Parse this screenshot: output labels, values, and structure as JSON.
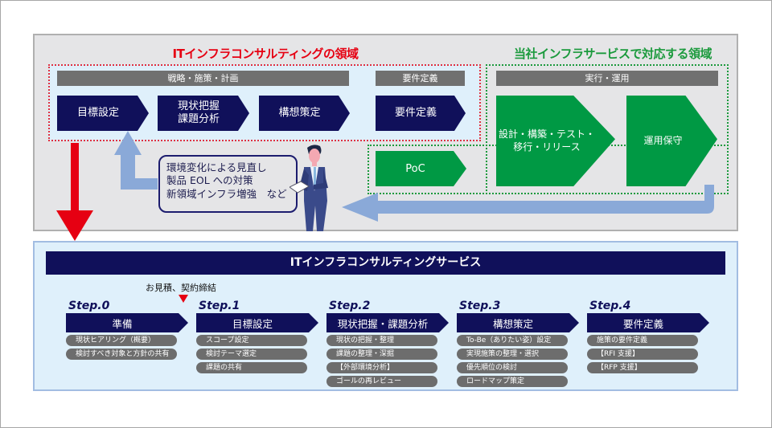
{
  "top": {
    "consulting_title": "ITインフラコンサルティングの領域",
    "service_title": "当社インフラサービスで対応する領域",
    "bars": {
      "strategy": "戦略・施策・計画",
      "requirements": "要件定義",
      "execution": "実行・運用"
    },
    "consulting_steps": [
      {
        "label": "目標設定"
      },
      {
        "label": "現状把握\n課題分析"
      },
      {
        "label": "構想策定"
      },
      {
        "label": "要件定義"
      }
    ],
    "service_steps": [
      {
        "label": "設計・構築・テスト・\n移行・リリース"
      },
      {
        "label": "運用保守"
      }
    ],
    "poc_label": "PoC",
    "callout_lines": [
      "環境変化による見直し",
      "製品 EOL への対策",
      "新領域インフラ増強　など"
    ],
    "colors": {
      "consulting": "#e60012",
      "service": "#1b9a3d",
      "navy": "#10105a",
      "green": "#009944",
      "loop_arrow": "#8aa9d8"
    }
  },
  "bottom": {
    "service_title": "ITインフラコンサルティングサービス",
    "milestone_note": "お見積、契約締結",
    "steps": [
      {
        "step": "Step.0",
        "title": "準備",
        "items": [
          "現状ヒアリング（概要）",
          "検討すべき対象と方針の共有"
        ]
      },
      {
        "step": "Step.1",
        "title": "目標設定",
        "items": [
          "スコープ設定",
          "検討テーマ選定",
          "課題の共有"
        ]
      },
      {
        "step": "Step.2",
        "title": "現状把握・課題分析",
        "items": [
          "現状の把握・整理",
          "課題の整理・深掘",
          "【外部環境分析】",
          "ゴールの再レビュー"
        ]
      },
      {
        "step": "Step.3",
        "title": "構想策定",
        "items": [
          "To-Be（ありたい姿）設定",
          "実現施策の整理・選択",
          "優先順位の検討",
          "ロードマップ策定"
        ]
      },
      {
        "step": "Step.4",
        "title": "要件定義",
        "items": [
          "施策の要件定義",
          "【RFI 支援】",
          "【RFP 支援】"
        ]
      }
    ],
    "colors": {
      "step_highlight": "#f8b250",
      "pill": "#6d6d6d"
    }
  }
}
